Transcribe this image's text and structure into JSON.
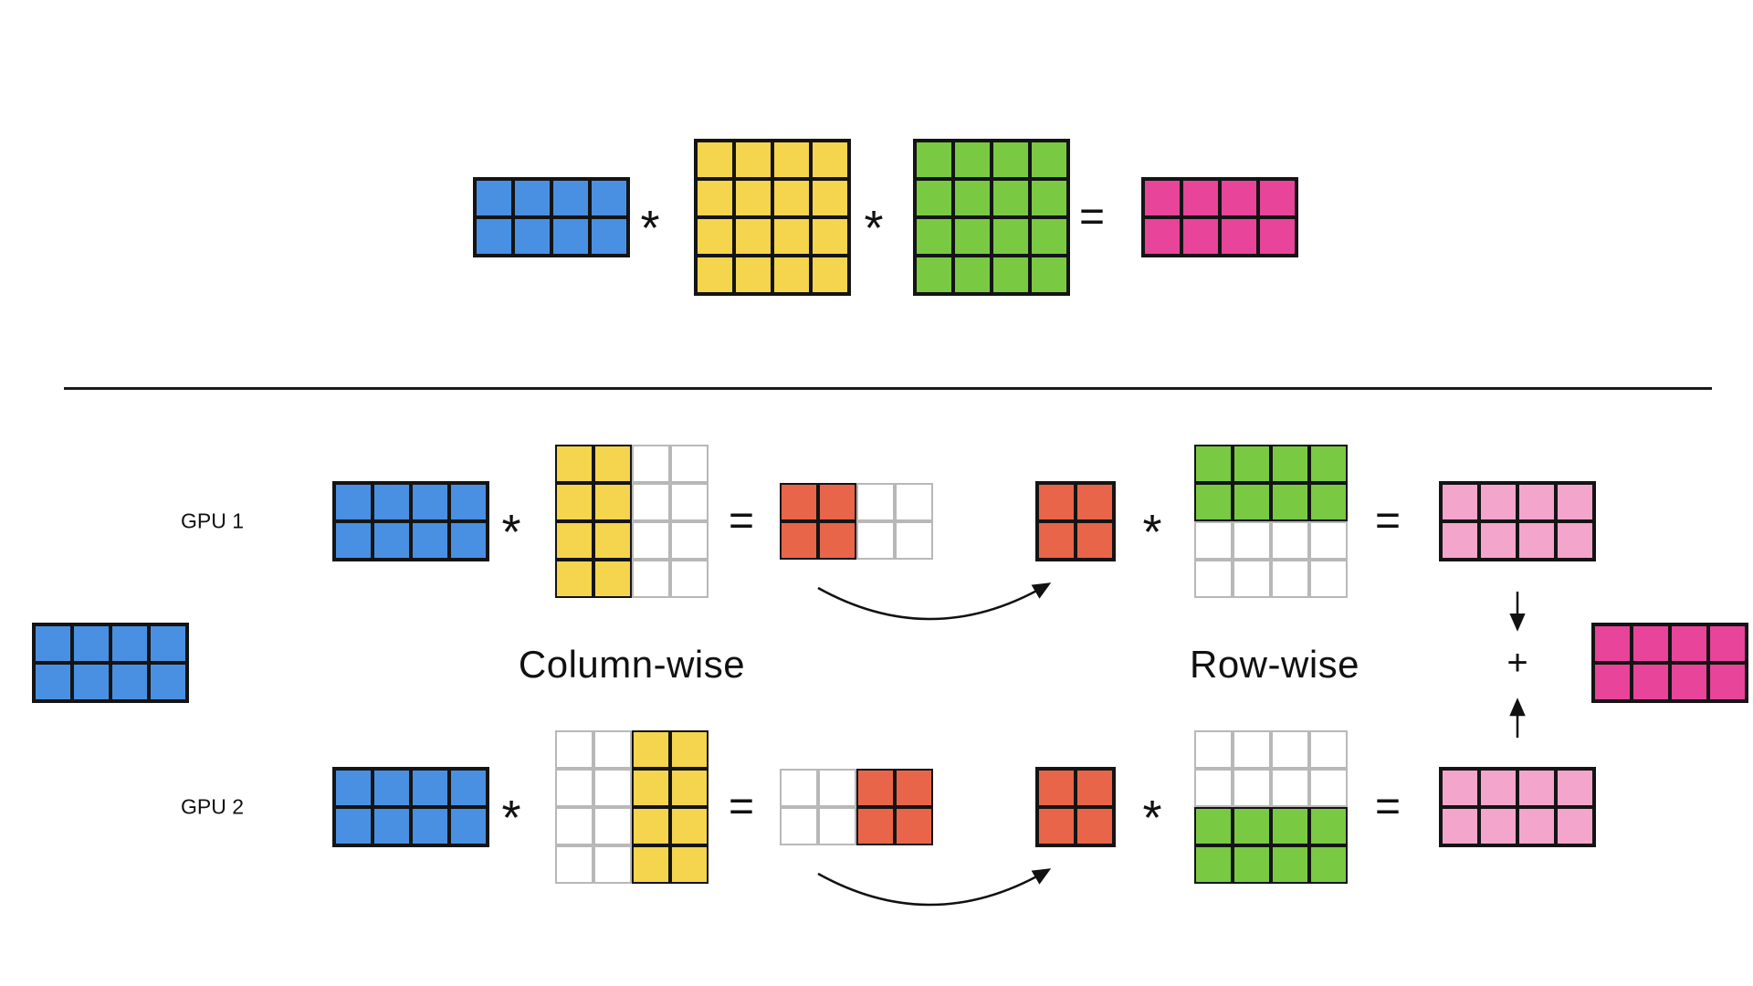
{
  "colors": {
    "blue": "#4a90e2",
    "yellow": "#f5d44e",
    "green": "#7ac943",
    "magenta": "#e8449a",
    "orange": "#e8654a",
    "pink": "#f4a5cb"
  },
  "labels": {
    "gpu1": "GPU 1",
    "gpu2": "GPU 2",
    "column_wise": "Column-wise",
    "row_wise": "Row-wise"
  },
  "operators": {
    "times": "*",
    "equals": "=",
    "plus": "+"
  },
  "matrices": {
    "top_input": {
      "rows": 2,
      "cols": 4,
      "fill": "blue",
      "region": "all"
    },
    "top_weight1": {
      "rows": 4,
      "cols": 4,
      "fill": "yellow",
      "region": "all"
    },
    "top_weight2": {
      "rows": 4,
      "cols": 4,
      "fill": "green",
      "region": "all"
    },
    "top_output": {
      "rows": 2,
      "cols": 4,
      "fill": "magenta",
      "region": "all"
    },
    "left_input": {
      "rows": 2,
      "cols": 4,
      "fill": "blue",
      "region": "all"
    },
    "gpu1_input": {
      "rows": 2,
      "cols": 4,
      "fill": "blue",
      "region": "all"
    },
    "gpu1_weight1": {
      "rows": 4,
      "cols": 4,
      "fill": "yellow",
      "region": "left-half"
    },
    "gpu1_partial": {
      "rows": 2,
      "cols": 4,
      "fill": "orange",
      "region": "left-half"
    },
    "gpu1_shard": {
      "rows": 2,
      "cols": 2,
      "fill": "orange",
      "region": "all"
    },
    "gpu1_weight2": {
      "rows": 4,
      "cols": 4,
      "fill": "green",
      "region": "top-half"
    },
    "gpu1_output": {
      "rows": 2,
      "cols": 4,
      "fill": "pink",
      "region": "all"
    },
    "gpu2_input": {
      "rows": 2,
      "cols": 4,
      "fill": "blue",
      "region": "all"
    },
    "gpu2_weight1": {
      "rows": 4,
      "cols": 4,
      "fill": "yellow",
      "region": "right-half"
    },
    "gpu2_partial": {
      "rows": 2,
      "cols": 4,
      "fill": "orange",
      "region": "right-half"
    },
    "gpu2_shard": {
      "rows": 2,
      "cols": 2,
      "fill": "orange",
      "region": "all"
    },
    "gpu2_weight2": {
      "rows": 4,
      "cols": 4,
      "fill": "green",
      "region": "bottom-half"
    },
    "gpu2_output": {
      "rows": 2,
      "cols": 4,
      "fill": "pink",
      "region": "all"
    },
    "final_output": {
      "rows": 2,
      "cols": 4,
      "fill": "magenta",
      "region": "all"
    }
  }
}
